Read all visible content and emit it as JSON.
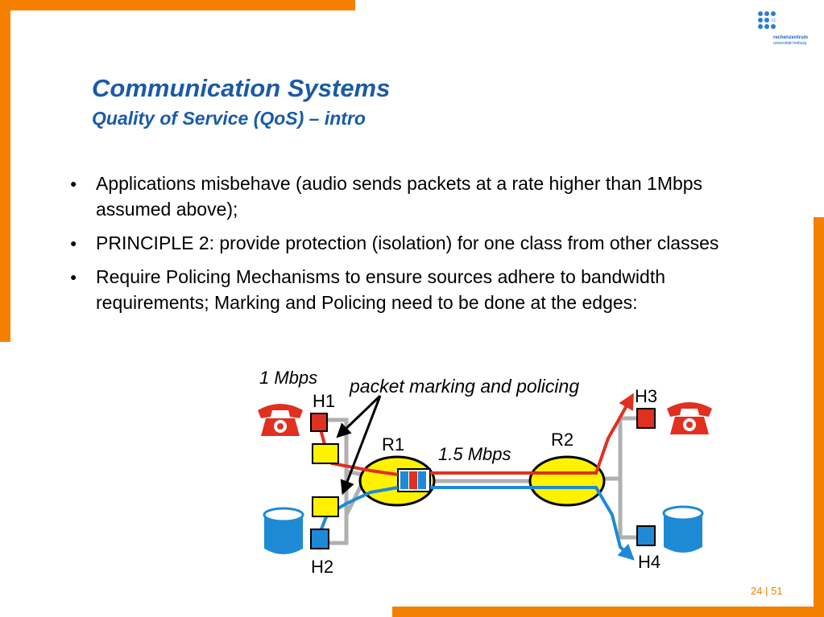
{
  "logo": {
    "line1": "rechenzentrum",
    "line2": "universität freiburg",
    "dot_grid_initials": "rz"
  },
  "slide": {
    "title": "Communication Systems",
    "subtitle": "Quality of Service (QoS) – intro"
  },
  "bullets": [
    "Applications misbehave (audio sends packets at a rate higher than 1Mbps assumed above);",
    "PRINCIPLE 2: provide protection (isolation) for one class from other classes",
    "Require Policing Mechanisms to ensure sources adhere to bandwidth requirements; Marking and Policing need to be done at the edges:"
  ],
  "diagram": {
    "rate_label": "1 Mbps",
    "marking_label": "packet marking and policing",
    "link_label": "1.5 Mbps",
    "router1": "R1",
    "router2": "R2",
    "hosts": {
      "h1": "H1",
      "h2": "H2",
      "h3": "H3",
      "h4": "H4"
    },
    "colors": {
      "orange": "#f57f00",
      "blue_text": "#1a5aa8",
      "red": "#e03020",
      "blue": "#1e8ad6",
      "yellow": "#fff200",
      "gray": "#b0b0b0"
    }
  },
  "footer": {
    "page": "24",
    "separator": "|",
    "total": "51"
  }
}
